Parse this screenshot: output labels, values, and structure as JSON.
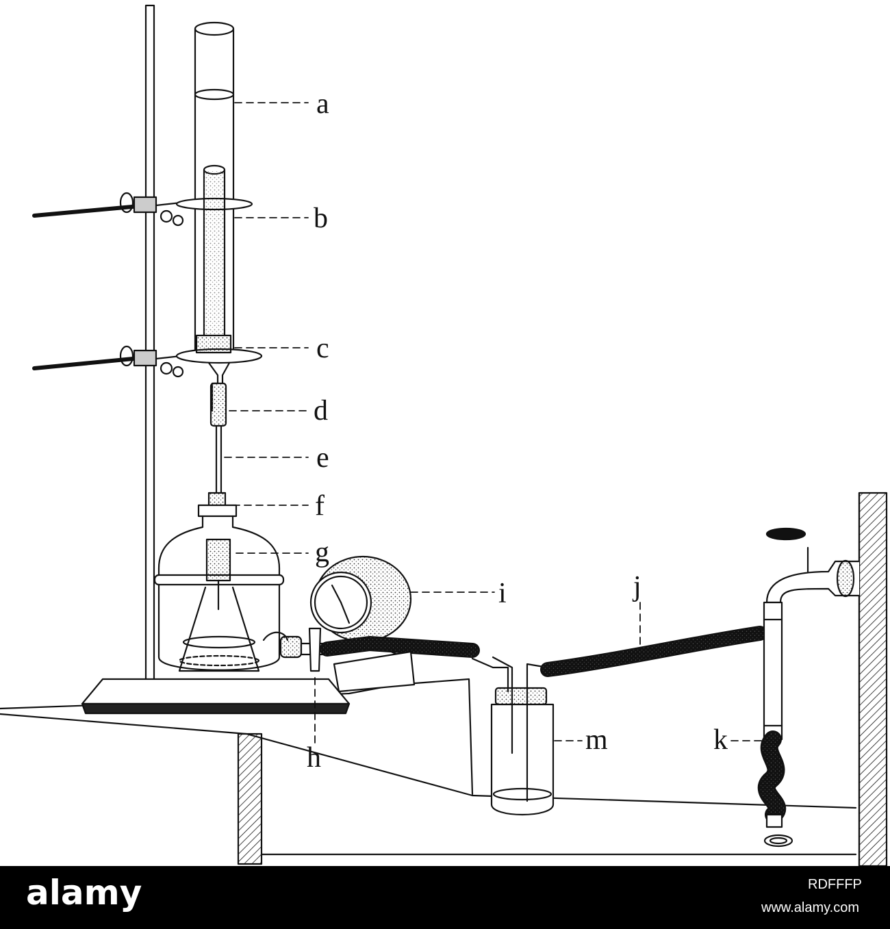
{
  "figure": {
    "labels": {
      "a": "a",
      "b": "b",
      "c": "c",
      "d": "d",
      "e": "e",
      "f": "f",
      "g": "g",
      "h": "h",
      "i": "i",
      "j": "j",
      "k": "k",
      "m": "m"
    },
    "colors": {
      "ink": "#111111",
      "paper": "#ffffff",
      "footer": "#000000"
    }
  },
  "footer": {
    "logo": "alamy",
    "image_id": "RDFFFP",
    "url": "www.alamy.com"
  }
}
